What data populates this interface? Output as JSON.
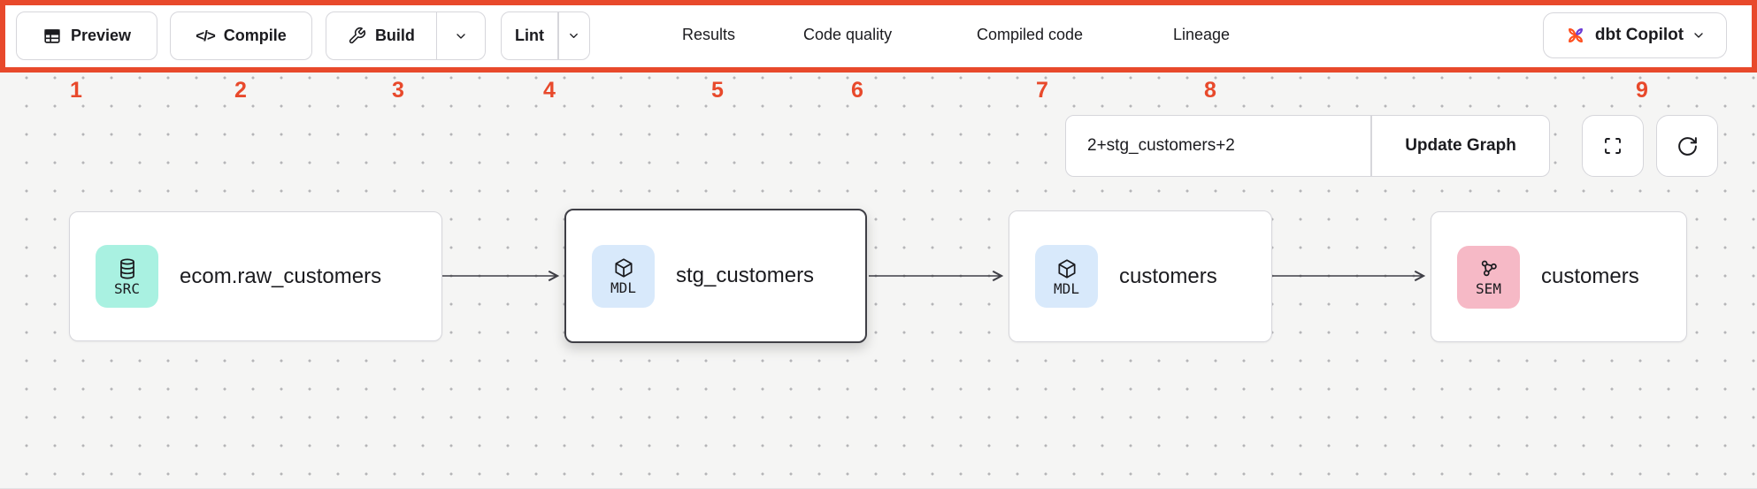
{
  "annotation": {
    "color": "#e8492b",
    "numbers": [
      "1",
      "2",
      "3",
      "4",
      "5",
      "6",
      "7",
      "8",
      "9"
    ]
  },
  "toolbar": {
    "preview_label": "Preview",
    "compile_label": "Compile",
    "build_label": "Build",
    "lint_label": "Lint",
    "tabs": {
      "results": "Results",
      "code_quality": "Code quality",
      "compiled_code": "Compiled code",
      "lineage": "Lineage",
      "active_tab": "Lineage"
    },
    "copilot_label": "dbt Copilot",
    "icons": [
      "table-icon",
      "code-icon",
      "wrench-icon",
      "chevron-down-icon",
      "dbt-logo-icon"
    ]
  },
  "lineage": {
    "selector_value": "2+stg_customers+2",
    "update_button_label": "Update Graph",
    "controls": [
      "fullscreen-icon",
      "refresh-icon"
    ],
    "nodes": [
      {
        "badge": "SRC",
        "label": "ecom.raw_customers",
        "icon": "database-icon",
        "badge_color": "#a9f1e1",
        "selected": false
      },
      {
        "badge": "MDL",
        "label": "stg_customers",
        "icon": "cube-icon",
        "badge_color": "#d8e9fb",
        "selected": true
      },
      {
        "badge": "MDL",
        "label": "customers",
        "icon": "cube-icon",
        "badge_color": "#d8e9fb",
        "selected": false
      },
      {
        "badge": "SEM",
        "label": "customers",
        "icon": "semantic-icon",
        "badge_color": "#f6b9c6",
        "selected": false
      }
    ],
    "edges": [
      {
        "from": "ecom.raw_customers",
        "to": "stg_customers"
      },
      {
        "from": "stg_customers",
        "to": "customers"
      },
      {
        "from": "customers",
        "to": "customers"
      }
    ]
  },
  "colors": {
    "annotation_red": "#e8492b",
    "canvas_bg": "#f5f5f4",
    "node_border": "#d6d6db",
    "selected_node_border": "#3f3f46",
    "src_badge": "#a9f1e1",
    "mdl_badge": "#d8e9fb",
    "sem_badge": "#f6b9c6",
    "dbt_orange": "#ff4f1f",
    "dbt_purple": "#6b3bd6"
  }
}
